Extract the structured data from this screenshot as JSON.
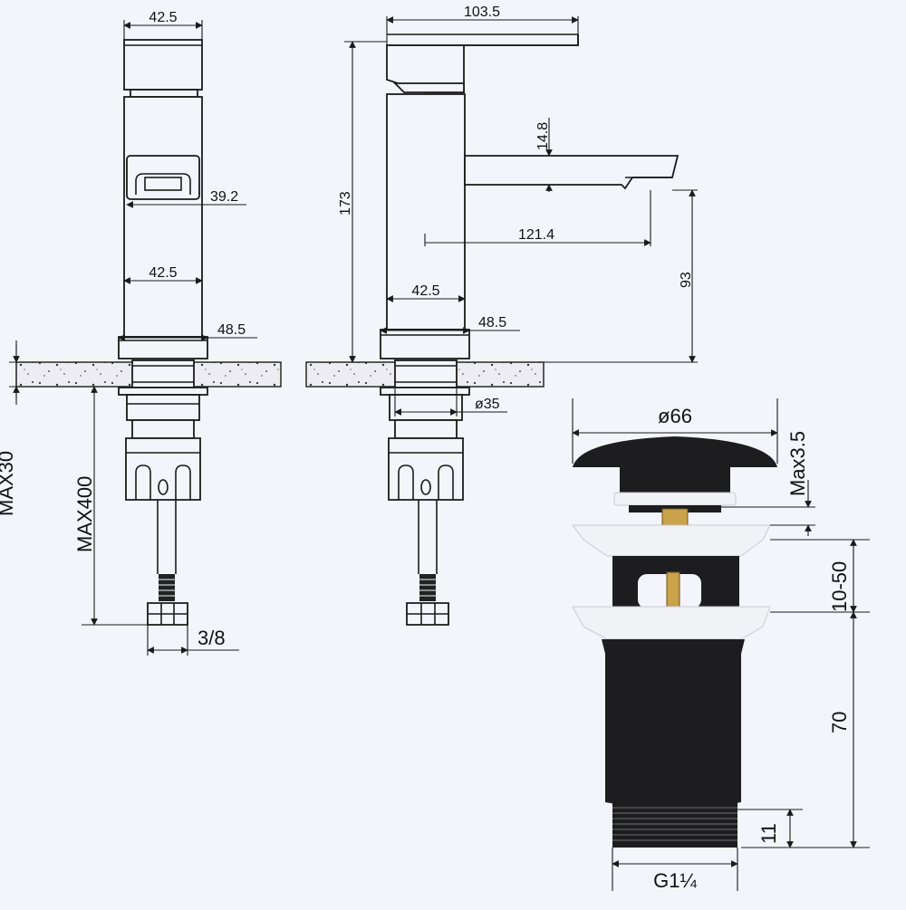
{
  "colors": {
    "background": "#f4f5fb",
    "line": "#1a1a1a",
    "drain_body": "#1d1d1f",
    "drain_ring": "#f1f2f6",
    "brass": "#c9a24a"
  },
  "front_view": {
    "top_width": "42.5",
    "handle_width": "39.2",
    "body_width": "42.5",
    "base_width": "48.5",
    "max_thickness": "MAX30",
    "max_hose": "MAX400",
    "thread": "3/8"
  },
  "side_view": {
    "lever_length": "103.5",
    "total_height": "173",
    "spout_thickness": "14.8",
    "spout_reach": "121.4",
    "spout_height": "93",
    "body_width": "42.5",
    "base_width": "48.5",
    "hole_diameter": "ø35"
  },
  "drain_view": {
    "cap_diameter": "ø66",
    "cap_gap": "Max3.5",
    "adjust_range": "10-50",
    "body_height": "70",
    "thread_height": "11",
    "thread_size": "G1¼"
  }
}
